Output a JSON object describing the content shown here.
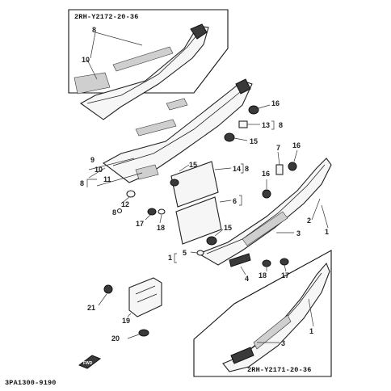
{
  "diagram": {
    "inset_top_code": "2RH-Y2172-20-36",
    "inset_bottom_code": "2RH-Y2171-20-36",
    "page_code": "3PA1300-9190",
    "fwd_label": "FWD",
    "callouts": {
      "c8_top": "8",
      "c10_top": "10",
      "c16_a": "16",
      "c13": "13",
      "c8_b": "8",
      "c15_a": "15",
      "c9": "9",
      "c10_mid": "10",
      "c11": "11",
      "c8_mid": "8",
      "c12": "12",
      "c8_small": "8",
      "c17_a": "17",
      "c18_a": "18",
      "c15_b": "15",
      "c14": "14",
      "c8_c": "8",
      "c6": "6",
      "c7": "7",
      "c16_b": "16",
      "c16_c": "16",
      "c2": "2",
      "c3_a": "3",
      "c1_a": "1",
      "c15_c": "15",
      "c1_b": "1",
      "c5": "5",
      "c4": "4",
      "c18_b": "18",
      "c17_b": "17",
      "c21": "21",
      "c19": "19",
      "c20": "20",
      "c1_c": "1",
      "c3_b": "3"
    }
  }
}
